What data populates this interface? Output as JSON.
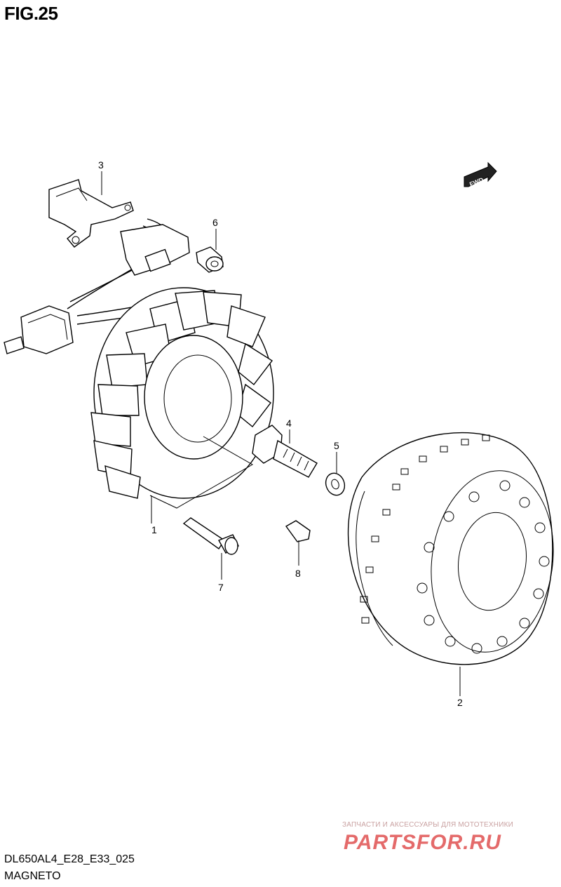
{
  "figure": {
    "title": "FIG.25",
    "model_code": "DL650AL4_E28_E33_025",
    "section_name": "MAGNETO"
  },
  "callouts": [
    {
      "id": "1",
      "label": "1"
    },
    {
      "id": "2",
      "label": "2"
    },
    {
      "id": "3",
      "label": "3"
    },
    {
      "id": "4",
      "label": "4"
    },
    {
      "id": "5",
      "label": "5"
    },
    {
      "id": "6",
      "label": "6"
    },
    {
      "id": "7",
      "label": "7"
    },
    {
      "id": "8",
      "label": "8"
    }
  ],
  "direction_arrow": {
    "label": "FWD",
    "icon": "fwd-arrow-icon"
  },
  "watermark": {
    "text": "ЗАПЧАСТИ И АКСЕССУАРЫ ДЛЯ МОТОТЕХНИКИ",
    "logo": "PARTSFOR.RU"
  }
}
